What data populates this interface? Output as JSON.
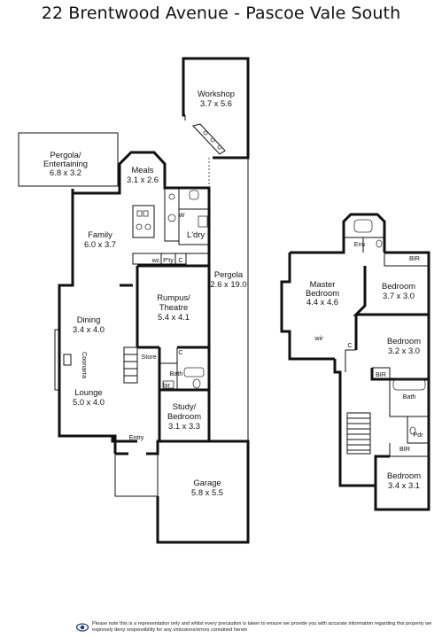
{
  "title": "22 Brentwood Avenue - Pascoe Vale South",
  "rooms": {
    "workshop": {
      "name": "Workshop",
      "size": "3.7 x 5.6"
    },
    "pergola_entertaining": {
      "name1": "Pergola/",
      "name2": "Entertaining",
      "size": "6.8 x 3.2"
    },
    "meals": {
      "name": "Meals",
      "size": "3.1 x 2.6"
    },
    "family": {
      "name": "Family",
      "size": "6.0 x 3.7"
    },
    "ldry": {
      "name": "L'dry"
    },
    "w": {
      "name": "W"
    },
    "wc": {
      "name": "wc"
    },
    "pty": {
      "name": "P'ty"
    },
    "c1": {
      "name": "C"
    },
    "pergola": {
      "name": "Pergola",
      "size": "2.6 x 19.0"
    },
    "rumpus": {
      "name1": "Rumpus/",
      "name2": "Theatre",
      "size": "5.4 x 4.1"
    },
    "dining": {
      "name": "Dining",
      "size": "3.4 x 4.0"
    },
    "coonarra": {
      "name": "Coonarra"
    },
    "lounge": {
      "name": "Lounge",
      "size": "5.0 x 4.0"
    },
    "store": {
      "name": "Store"
    },
    "c2": {
      "name": "C"
    },
    "bath_ground": {
      "name": "Bath"
    },
    "bir_ground": {
      "name": "bir"
    },
    "study": {
      "name1": "Study/",
      "name2": "Bedroom",
      "size": "3.1 x 3.3"
    },
    "entry": {
      "name": "Entry"
    },
    "garage": {
      "name": "Garage",
      "size": "5.8 x 5.5"
    },
    "ens": {
      "name": "Ens"
    },
    "bir_up1": {
      "name": "BIR"
    },
    "master": {
      "name1": "Master",
      "name2": "Bedroom",
      "size": "4.4 x 4.6"
    },
    "bedroom2": {
      "name": "Bedroom",
      "size": "3.7 x 3.0"
    },
    "wir": {
      "name": "wir"
    },
    "c3": {
      "name": "C"
    },
    "bedroom3": {
      "name": "Bedroom",
      "size": "3.2 x 3.0"
    },
    "bir_up2": {
      "name": "BIR"
    },
    "bath_up": {
      "name": "Bath"
    },
    "pdr": {
      "name": "Pdr"
    },
    "bir_up3": {
      "name": "BIR"
    },
    "bedroom4": {
      "name": "Bedroom",
      "size": "3.4 x 3.1"
    }
  },
  "disclaimer": "Please note this is a representation only and whilst every precaution is taken to ensure we provide you with accurate information regarding this property we expressly deny responsibility for any omissions/errors contained herein",
  "logo_icon": "eye-logo-icon"
}
